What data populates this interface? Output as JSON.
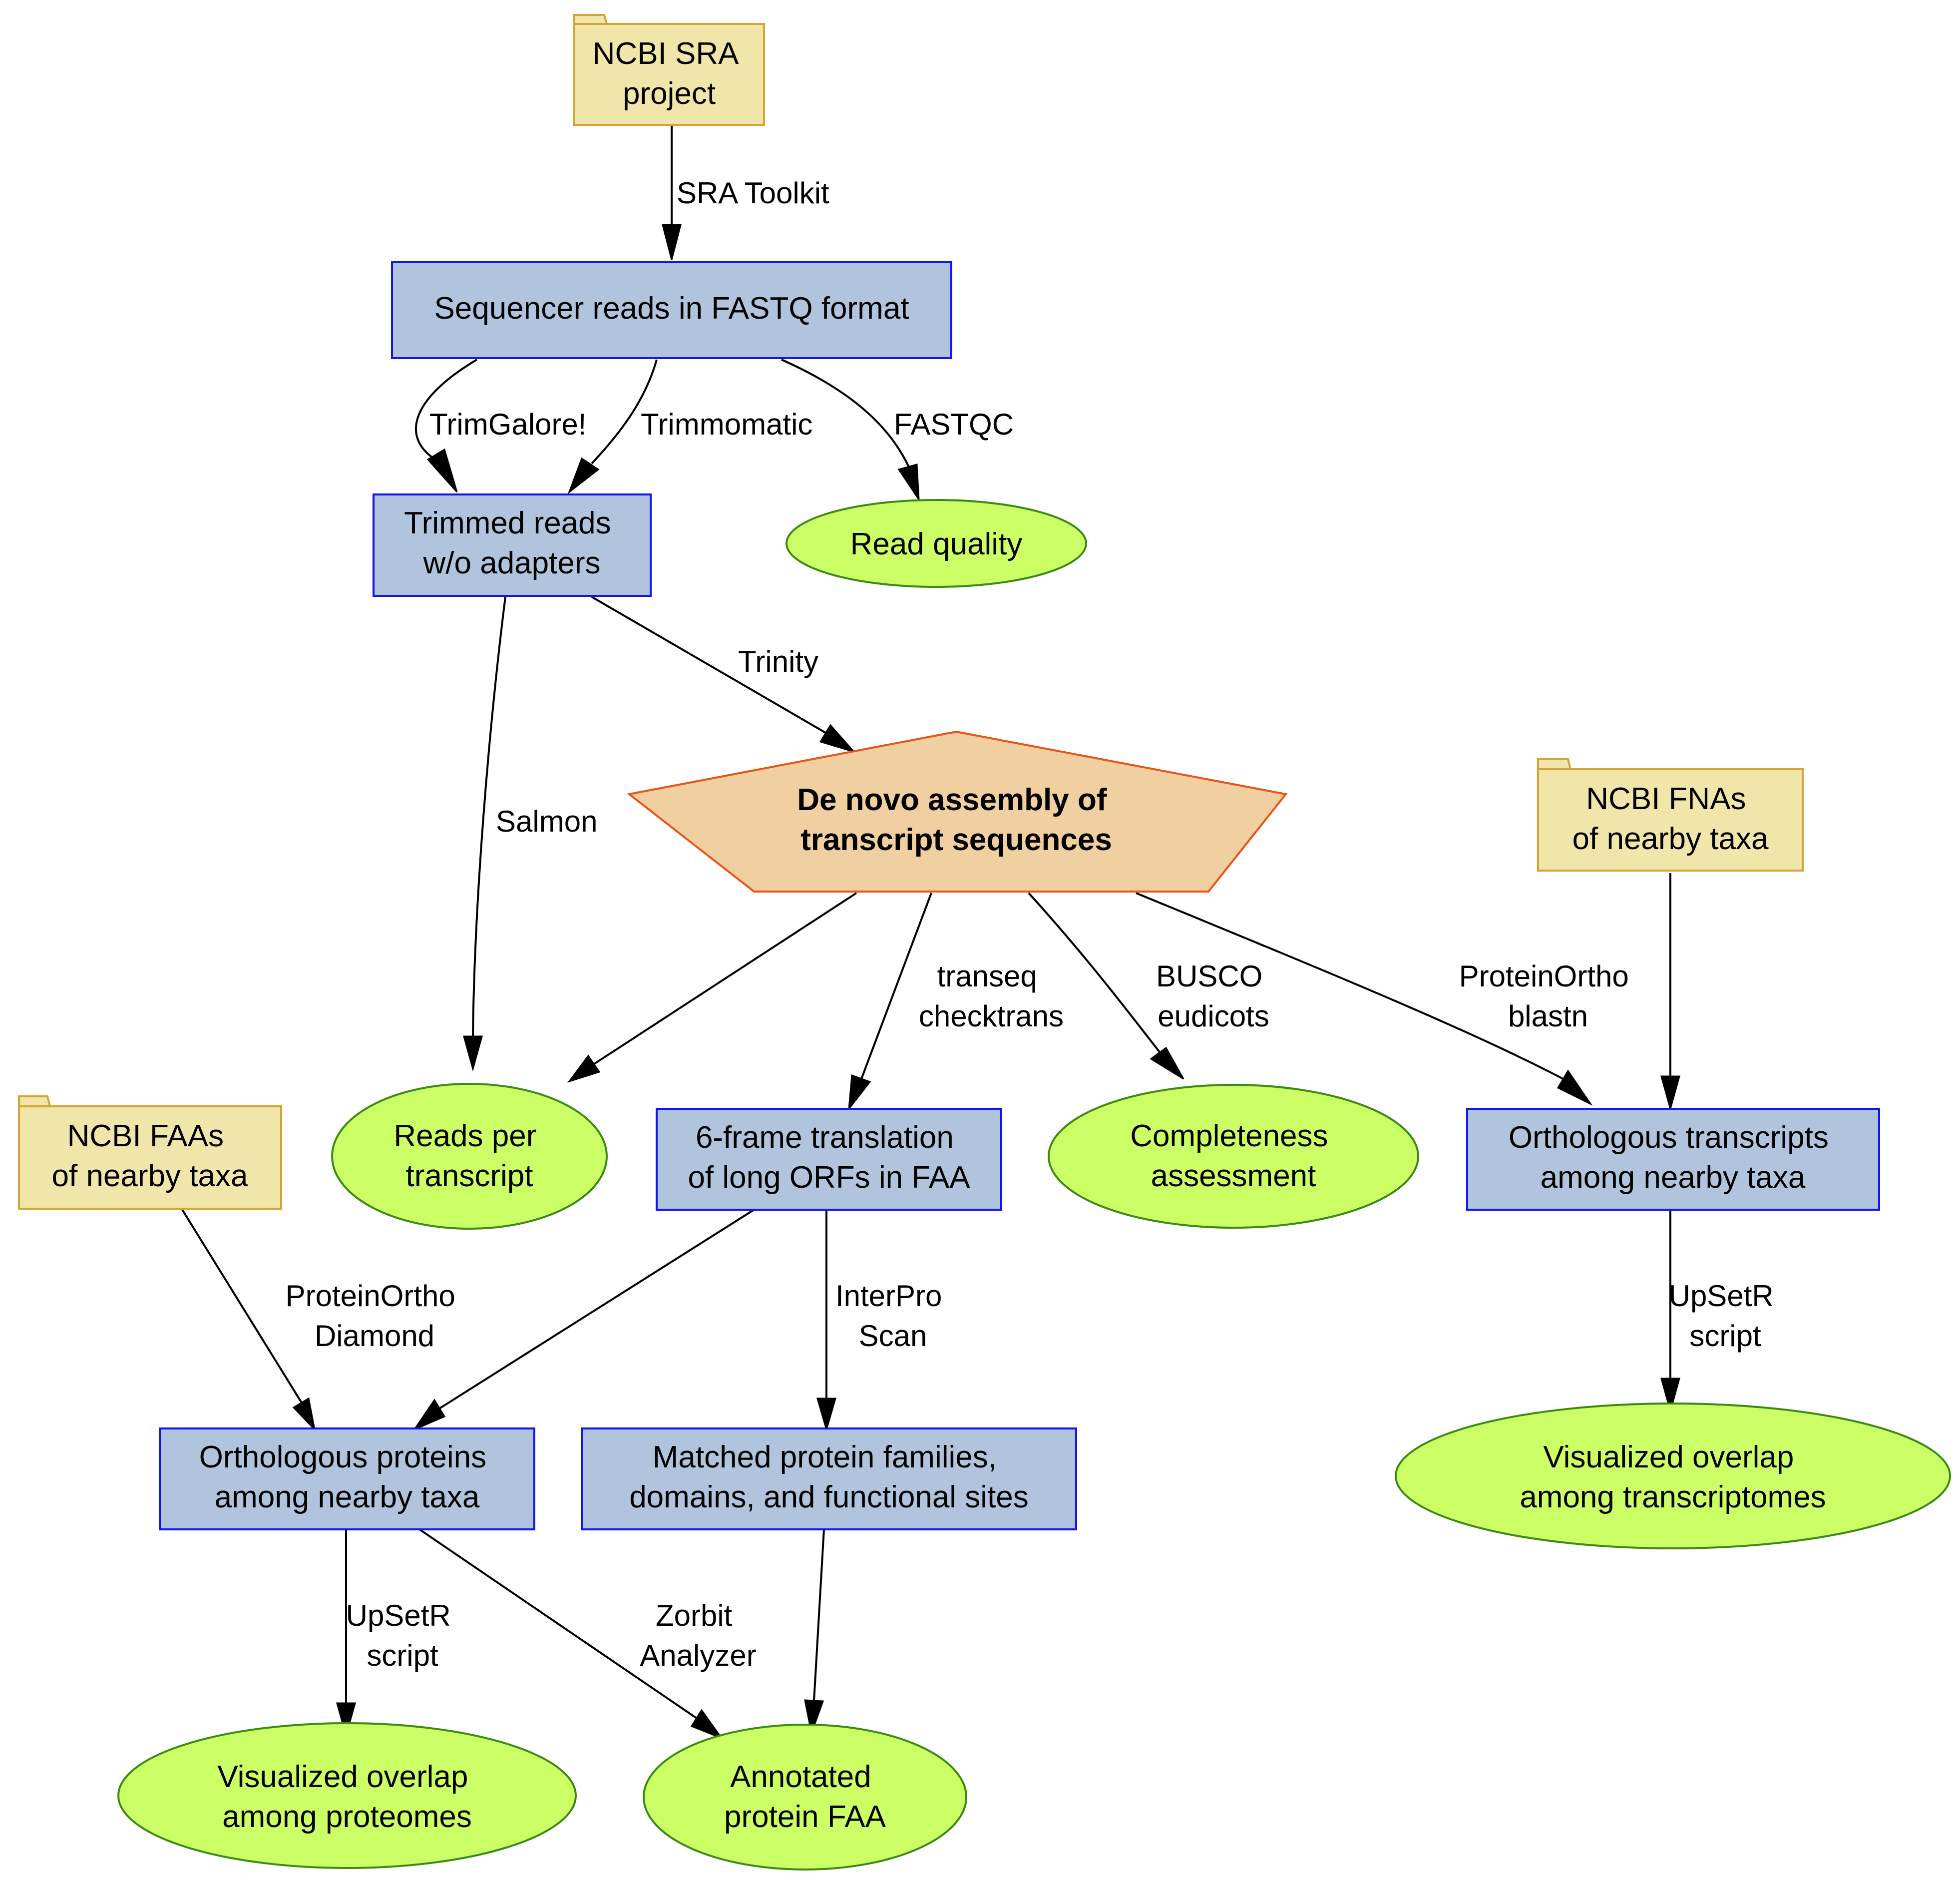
{
  "colors": {
    "folder_fill": "#F0E6AA",
    "folder_stroke": "#D4A437",
    "box_fill": "#B0C4DE",
    "box_stroke": "#1414F0",
    "ellipse_fill": "#CCFF66",
    "ellipse_stroke": "#3C8A14",
    "pentagon_fill": "#F0CFA0",
    "pentagon_stroke": "#E8541A"
  },
  "nodes": {
    "sra_project": [
      "NCBI SRA",
      "project"
    ],
    "fastq_reads": [
      "Sequencer reads in FASTQ format"
    ],
    "trimmed_reads": [
      "Trimmed reads",
      "w/o adapters"
    ],
    "read_quality": [
      "Read quality"
    ],
    "de_novo": [
      "De novo assembly of",
      "transcript sequences"
    ],
    "ncbi_fnas": [
      "NCBI FNAs",
      "of nearby taxa"
    ],
    "ncbi_faas": [
      "NCBI FAAs",
      "of nearby taxa"
    ],
    "reads_per_transcript": [
      "Reads per",
      "transcript"
    ],
    "six_frame": [
      "6-frame translation",
      "of long ORFs in FAA"
    ],
    "completeness": [
      "Completeness",
      "assessment"
    ],
    "ortho_transcripts": [
      "Orthologous transcripts",
      "among nearby taxa"
    ],
    "ortho_proteins": [
      "Orthologous proteins",
      "among nearby taxa"
    ],
    "matched_families": [
      "Matched protein families,",
      "domains, and functional sites"
    ],
    "vis_transcriptomes": [
      "Visualized overlap",
      "among transcriptomes"
    ],
    "vis_proteomes": [
      "Visualized overlap",
      "among proteomes"
    ],
    "annotated_faa": [
      "Annotated",
      "protein FAA"
    ]
  },
  "edges": {
    "sra_toolkit": [
      "SRA Toolkit"
    ],
    "trimgalore": [
      "TrimGalore!"
    ],
    "trimmomatic": [
      "Trimmomatic"
    ],
    "fastqc": [
      "FASTQC"
    ],
    "trinity": [
      "Trinity"
    ],
    "salmon": [
      "Salmon"
    ],
    "transeq": [
      "transeq",
      "checktrans"
    ],
    "busco": [
      "BUSCO",
      "eudicots"
    ],
    "proteinortho_blastn": [
      "ProteinOrtho",
      "blastn"
    ],
    "proteinortho_diamond": [
      "ProteinOrtho",
      "Diamond"
    ],
    "interproscan": [
      "InterPro",
      "Scan"
    ],
    "upsetr_transcripts": [
      "UpSetR",
      "script"
    ],
    "upsetr_proteins": [
      "UpSetR",
      "script"
    ],
    "zorbit": [
      "Zorbit",
      "Analyzer"
    ]
  }
}
